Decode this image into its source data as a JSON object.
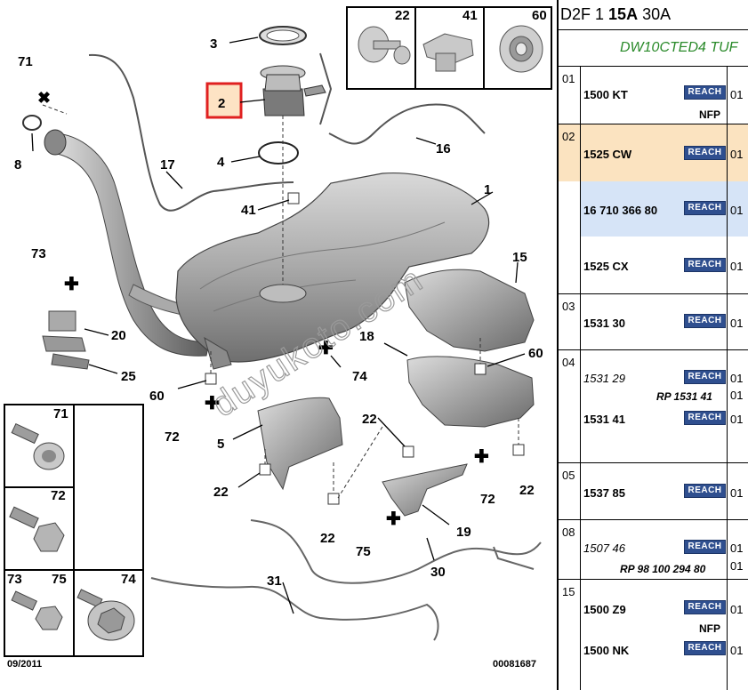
{
  "header": {
    "d2f": "D2F 1",
    "bold": "15A",
    "rest": "30A"
  },
  "engine": "DW10CTED4 TUF",
  "diagram": {
    "date": "09/2011",
    "ref": "00081687",
    "watermark": "duyukoto.com",
    "labels": {
      "l1": "1",
      "l2": "2",
      "l3": "3",
      "l4": "4",
      "l5": "5",
      "l8": "8",
      "l15": "15",
      "l16": "16",
      "l17": "17",
      "l18": "18",
      "l19": "19",
      "l20": "20",
      "l22a": "22",
      "l22b": "22",
      "l22c": "22",
      "l22d": "22",
      "l25": "25",
      "l30": "30",
      "l31": "31",
      "l41": "41",
      "l60a": "60",
      "l60b": "60",
      "l71": "71",
      "l72a": "72",
      "l72b": "72",
      "l73": "73",
      "l74": "74",
      "l75": "75"
    },
    "inset_top": [
      "22",
      "41",
      "60"
    ],
    "inset_left": [
      "71",
      "72",
      "73",
      "75",
      "74"
    ]
  },
  "groups": [
    {
      "num": "01",
      "rows": [
        {
          "ref": "1500 KT",
          "qty": "01",
          "note": "NFP"
        }
      ]
    },
    {
      "num": "02",
      "rows": [
        {
          "ref": "1525 CW",
          "qty": "01"
        },
        {
          "ref": "16 710 366 80",
          "qty": "01"
        },
        {
          "ref": "1525 CX",
          "qty": "01"
        }
      ]
    },
    {
      "num": "03",
      "rows": [
        {
          "ref": "1531 30",
          "qty": "01"
        }
      ]
    },
    {
      "num": "04",
      "rows": [
        {
          "ref": "1531 29",
          "qty": "01",
          "note": "RP 1531 41",
          "noteqty": "01"
        },
        {
          "ref": "1531 41",
          "qty": "01"
        }
      ]
    },
    {
      "num": "05",
      "rows": [
        {
          "ref": "1537 85",
          "qty": "01"
        }
      ]
    },
    {
      "num": "08",
      "rows": [
        {
          "ref": "1507 46",
          "qty": "01",
          "note": "RP 98 100 294 80",
          "noteqty": "01"
        }
      ]
    },
    {
      "num": "15",
      "rows": [
        {
          "ref": "1500 Z9",
          "qty": "01",
          "note": "NFP"
        },
        {
          "ref": "1500 NK",
          "qty": "01"
        }
      ]
    }
  ],
  "reach_label": "REACH",
  "colors": {
    "highlight1": "#fbe3c0",
    "highlight2": "#d6e4f7",
    "reach": "#2f4f8f",
    "engine": "#2a8a2a",
    "selected": "#e02020"
  }
}
